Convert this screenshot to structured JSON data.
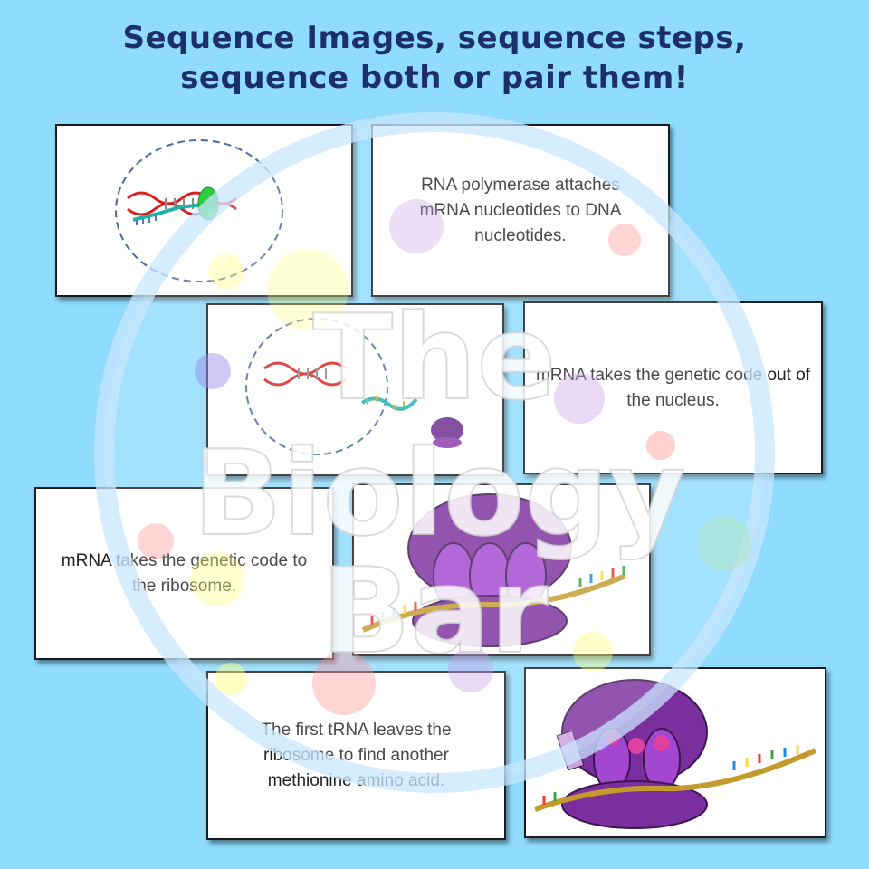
{
  "header": {
    "line1": "Sequence Images, sequence steps,",
    "line2": "sequence both or pair them!"
  },
  "cards": {
    "step1_text": "RNA polymerase attaches mRNA nucleotides to DNA nucleotides.",
    "step2_text": "mRNA takes the genetic code out of the nucleus.",
    "step3_text": "mRNA takes the genetic code to the ribosome.",
    "step4_text": "The first tRNA leaves the ribosome to find another methionine amino acid."
  },
  "watermark": {
    "line1": "The",
    "line2": "Biology",
    "line3": "Bar"
  },
  "colors": {
    "background": "#8fdcff",
    "title": "#1c2f6b",
    "ribosome": "#7b2f9e",
    "polymerase": "#2ecc40"
  }
}
